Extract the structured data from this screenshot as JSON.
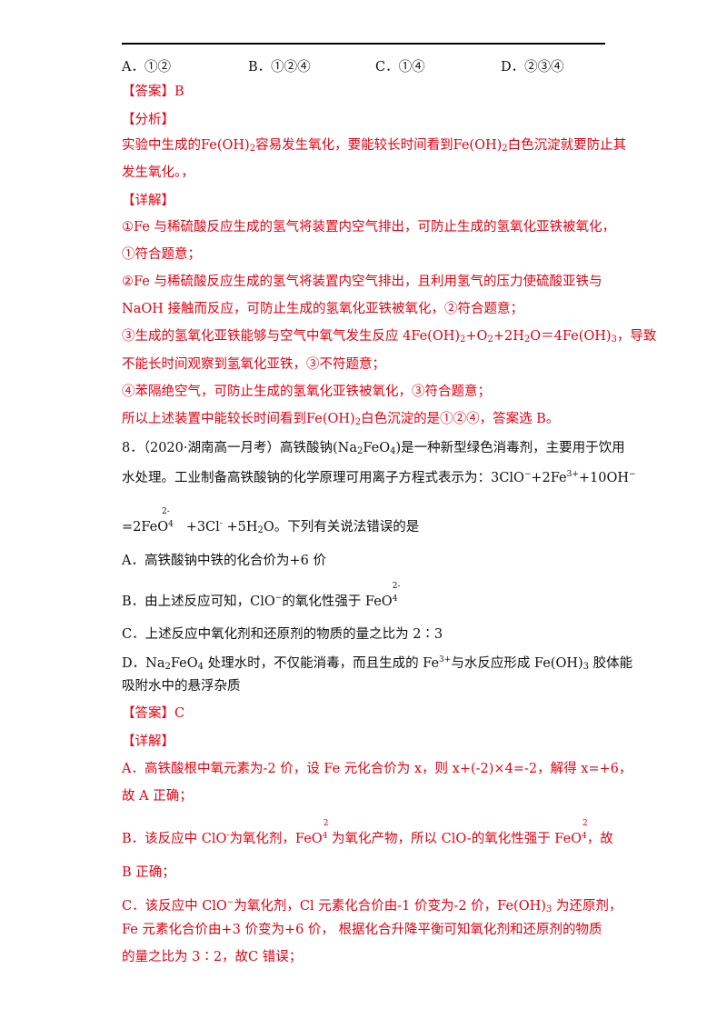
{
  "options_q7": {
    "a": "A．①②",
    "b": "B．①②④",
    "c": "C．①④",
    "d": "D．②③④"
  },
  "q7": {
    "answer": "【答案】B",
    "analysis_head": "【分析】",
    "analysis_1a": "实验中生成的Fe(OH)",
    "analysis_1b": "2",
    "analysis_1c": "容易发生氧化，要能较长时间看到Fe(OH)",
    "analysis_1d": "2",
    "analysis_1e": "白色沉淀就要防止其",
    "analysis_2": "发生氧化。，",
    "detail_head": "【详解】",
    "d1": "①Fe 与稀硫酸反应生成的氢气将装置内空气排出，可防止生成的氢氧化亚铁被氧化，",
    "d2": "①符合题意；",
    "d3": "②Fe 与稀硫酸反应生成的氢气将装置内空气排出，且利用氢气的压力使硫酸亚铁与",
    "d4": "NaOH 接触而反应，可防止生成的氢氧化亚铁被氧化，②符合题意；",
    "d5a": "③生成的氢氧化亚铁能够与空气中氧气发生反应 4Fe(OH)",
    "d5b": "2",
    "d5c": "+O",
    "d5d": "2",
    "d5e": "+2H",
    "d5f": "2",
    "d5g": "O＝4Fe(OH)",
    "d5h": "3",
    "d5i": "，导致",
    "d6": "不能长时间观察到氢氧化亚铁，③不符题意；",
    "d7": "④苯隔绝空气，可防止生成的氢氧化亚铁被氧化，③符合题意；",
    "d8a": "所以上述装置中能较长时间看到Fe(OH)",
    "d8b": "2",
    "d8c": "白色沉淀的是①②④，答案选 B。"
  },
  "q8": {
    "stem1a": "8．（2020·湖南高一月考）高铁酸钠(Na",
    "stem1b": "2",
    "stem1c": "FeO",
    "stem1d": "4",
    "stem1e": ")是一种新型绿色消毒剂，主要用于饮用",
    "stem2a": "水处理。工业制备高铁酸钠的化学原理可用离子方程式表示为：3ClO",
    "stem2b": "−",
    "stem2c": "+2Fe",
    "stem2d": "3+",
    "stem2e": "+10OH",
    "stem2f": "−",
    "stem3a": "=2FeO",
    "stem3b": "4",
    "stem3c": "2-",
    "stem3d": "+3Cl",
    "stem3e": "-",
    "stem3f": "+5H",
    "stem3g": "2",
    "stem3h": "O。下列有关说法错误的是",
    "optA": "A．高铁酸钠中铁的化合价为+6 价",
    "optBa": "B．由上述反应可知，ClO",
    "optBb": "−",
    "optBc": "的氧化性强于 FeO",
    "optBd": "4",
    "optBe": "2-",
    "optC": "C．上述反应中氧化剂和还原剂的物质的量之比为 2∶3",
    "optD1a": "D．Na",
    "optD1b": "2",
    "optD1c": "FeO",
    "optD1d": "4",
    "optD1e": " 处理水时，不仅能消毒，而且生成的 Fe",
    "optD1f": "3+",
    "optD1g": "与水反应形成 Fe(OH)",
    "optD1h": "3",
    "optD1i": " 胶体能",
    "optD2": "吸附水中的悬浮杂质",
    "answer": "【答案】C",
    "detail_head": "【详解】",
    "a1": "A．高铁酸根中氧元素为-2 价，设 Fe 元化合价为 x，则 x+(-2)×4=-2，解得 x=+6，",
    "a2": "故 A 正确；",
    "b1a": "B．该反应中 ClO",
    "b1b": "-",
    "b1c": "为氧化剂，FeO",
    "b1d": "4",
    "b1e": "2",
    "b1f": " 为氧化产物，所以 ClO-的氧化性强于 FeO",
    "b1g": "4",
    "b1h": "2",
    "b1i": "，故",
    "b2": "B 正确；",
    "c1a": "C．该反应中 ClO",
    "c1b": "−",
    "c1c": "为氧化剂，Cl 元素化合价由-1 价变为-2 价，Fe(OH)",
    "c1d": "3",
    "c1e": " 为还原剂，",
    "c2": "Fe 元素化合价由+3 价变为+6 价， 根据化合升降平衡可知氧化剂和还原剂的物质",
    "c3": "的量之比为 3∶2，故C 错误；"
  },
  "colors": {
    "answer_red": "#e60012",
    "text": "#111111",
    "rule": "#000000"
  }
}
